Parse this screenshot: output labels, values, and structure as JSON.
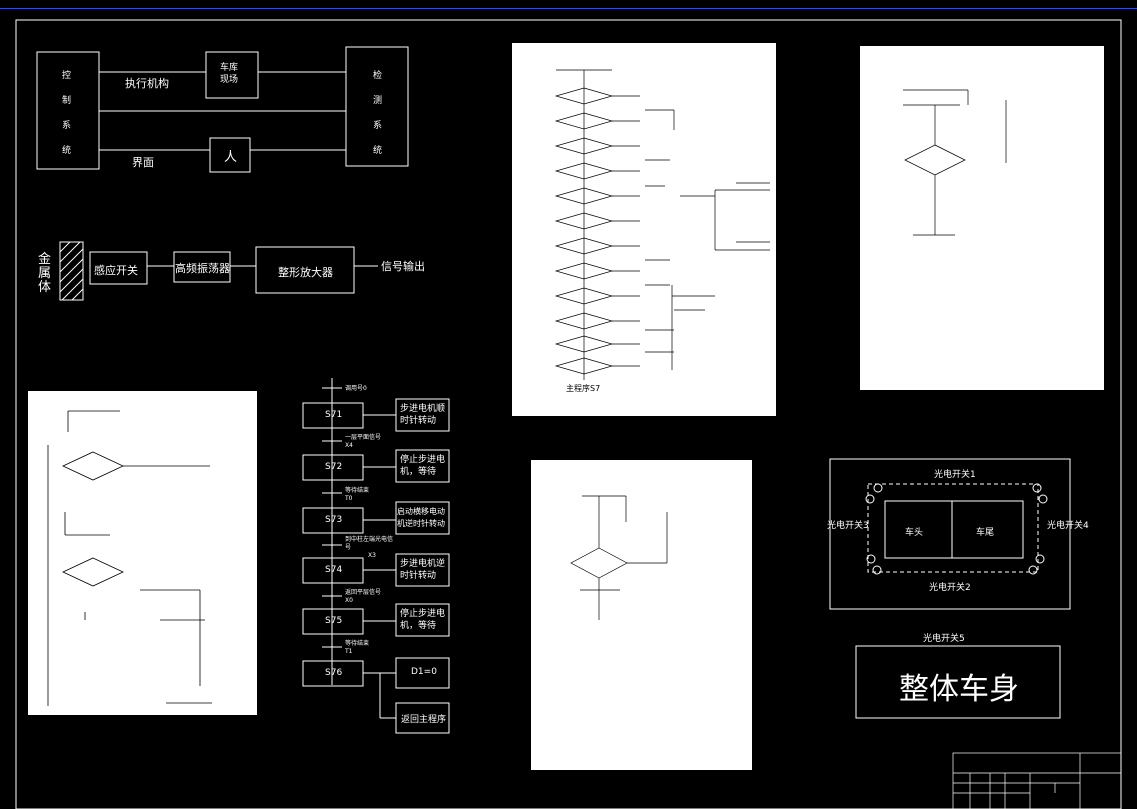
{
  "block_diagram": {
    "control_label": "控\n制\n系\n统",
    "exec_label": "执行机构",
    "car_label": "车库\n现场",
    "detect_label": "检\n测\n系\n统",
    "ui_label": "界面",
    "person_label": "人"
  },
  "sensor_diagram": {
    "metal_label": "金\n属\n体",
    "switch_label": "感应开关",
    "osc_label": "高频振荡器",
    "amp_label": "整形放大器",
    "output_label": "信号输出"
  },
  "step_chart": {
    "steps": [
      "S71",
      "S72",
      "S73",
      "S74",
      "S75",
      "S76"
    ],
    "actions": [
      "步进电机顺\n时针转动",
      "停止步进电\n机，等待",
      "启动横移电动\n机逆时针转动",
      "步进电机逆\n时针转动",
      "停止步进电\n机，等待",
      "D1=0",
      "返回主程序"
    ],
    "transitions": [
      "调用号0",
      "一层平面信号\nX4",
      "等待结束\nT0",
      "到中柱左端光电信\n号",
      "X3",
      "返回平层信号\nX0",
      "等待结束\nT1"
    ]
  },
  "sensor_layout": {
    "top": "光电开关1",
    "bottom": "光电开关2",
    "left": "光电开关3",
    "right": "光电开关4",
    "head": "车头",
    "tail": "车尾",
    "switch5": "光电开关5",
    "body": "整体车身"
  },
  "flow_label": "主程序S7"
}
